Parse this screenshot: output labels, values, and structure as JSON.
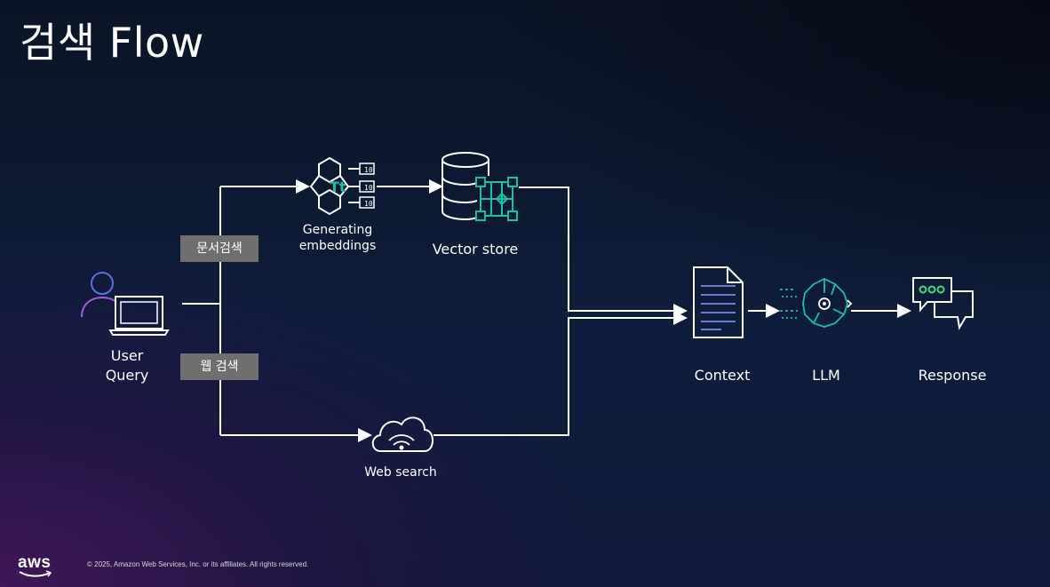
{
  "slide": {
    "title": "검색 Flow",
    "copyright": "© 2025, Amazon Web Services, Inc. or its affiliates. All rights reserved.",
    "brand": "aws"
  },
  "nodes": {
    "user_query": "User\nQuery",
    "generating_embeddings": "Generating\nembeddings",
    "vector_store": "Vector store",
    "web_search": "Web search",
    "context": "Context",
    "llm": "LLM",
    "response": "Response"
  },
  "branches": {
    "document_search": "문서검색",
    "web_search": "웹 검색"
  },
  "colors": {
    "accent_teal": "#16c1a2",
    "user_purple": "#a05fd8",
    "user_blue": "#5a6fe0",
    "tag_gray": "#6f6f6f",
    "response_green": "#3ddc84"
  },
  "icons": [
    "user-icon",
    "laptop-icon",
    "embeddings-icon",
    "database-icon",
    "vector-grid-icon",
    "cloud-wifi-icon",
    "document-icon",
    "llm-brain-icon",
    "chat-bubbles-icon"
  ]
}
